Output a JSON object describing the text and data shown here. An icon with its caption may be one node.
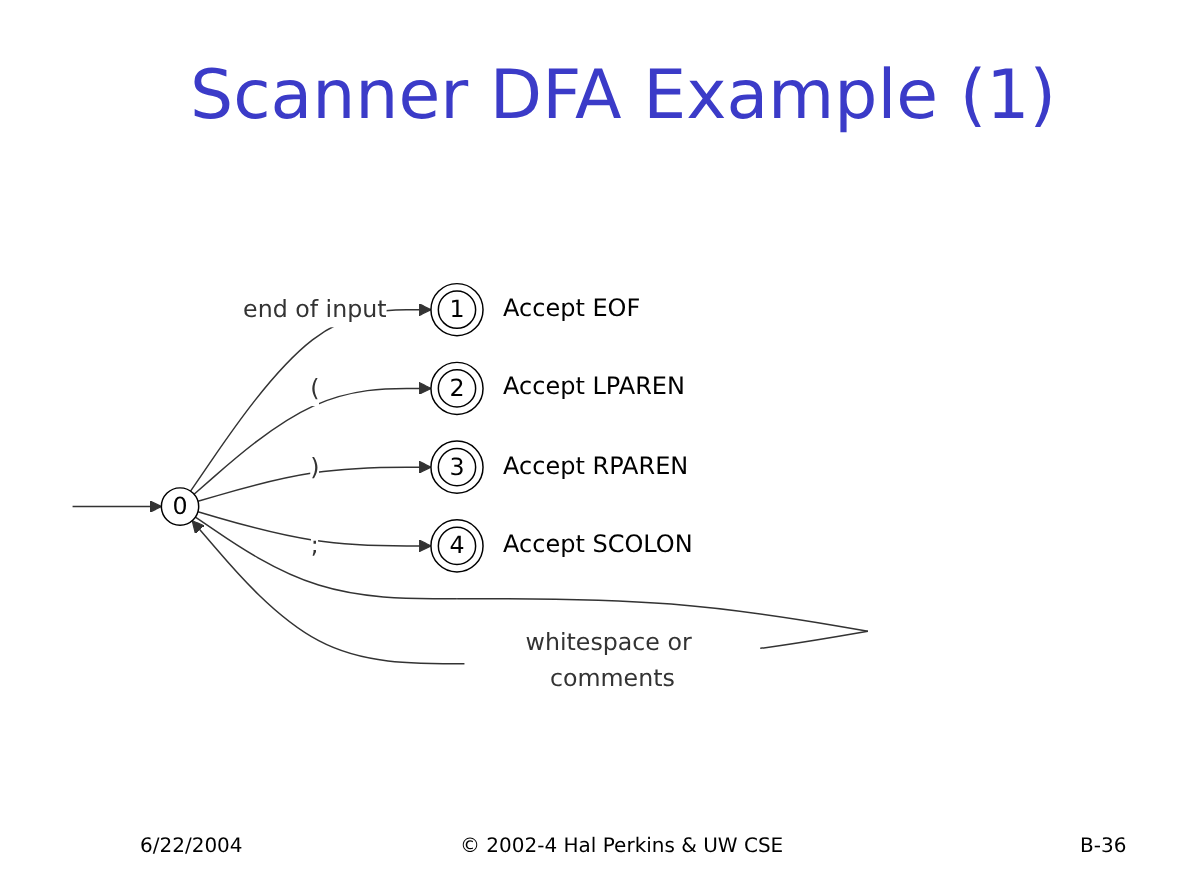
{
  "diagram": {
    "title": "Scanner DFA Example (1)",
    "nodes": [
      {
        "text": [
          "0"
        ]
      },
      {
        "text": [
          "1"
        ],
        "beside": [
          "Accept EOF"
        ]
      },
      {
        "text": [
          "2"
        ],
        "beside": [
          "Accept LPAREN"
        ]
      },
      {
        "text": [
          "3"
        ],
        "beside": [
          "Accept RPAREN"
        ]
      },
      {
        "text": [
          "4"
        ],
        "beside": [
          "Accept SCOLON"
        ]
      }
    ],
    "edges": [
      {
        "from": null,
        "to": 0,
        "arrow": "to"
      },
      {
        "from": 0,
        "to": 0,
        "arrow": "to",
        "label": "whitespace or comments"
      },
      {
        "from": 0,
        "to": 1,
        "arrow": "to",
        "label": "end of input"
      },
      {
        "from": 0,
        "to": 2,
        "arrow": "to",
        "label": "("
      },
      {
        "from": 0,
        "to": 3,
        "arrow": "to",
        "label": ")"
      },
      {
        "from": 0,
        "to": 4,
        "arrow": "to",
        "label": ";"
      }
    ],
    "labels": [
      "6/22/2004",
      "© 2002-4 Hal Perkins & UW CSE",
      "B-36"
    ]
  }
}
